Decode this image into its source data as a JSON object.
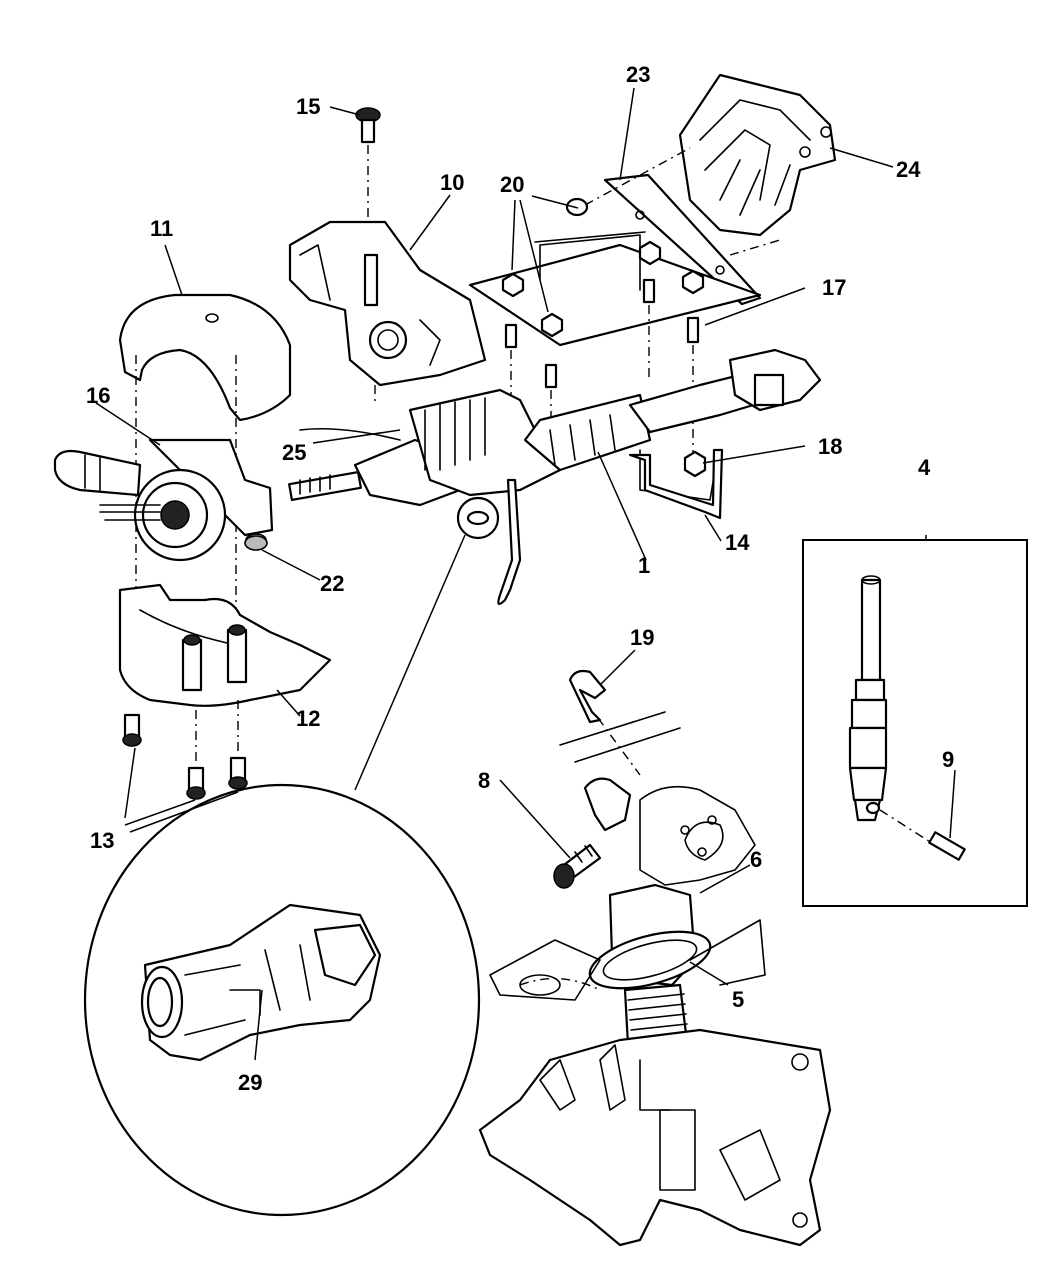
{
  "callouts": [
    {
      "id": "c1",
      "text": "1"
    },
    {
      "id": "c4",
      "text": "4"
    },
    {
      "id": "c5",
      "text": "5"
    },
    {
      "id": "c6",
      "text": "6"
    },
    {
      "id": "c8",
      "text": "8"
    },
    {
      "id": "c9",
      "text": "9"
    },
    {
      "id": "c10",
      "text": "10"
    },
    {
      "id": "c11",
      "text": "11"
    },
    {
      "id": "c12",
      "text": "12"
    },
    {
      "id": "c13",
      "text": "13"
    },
    {
      "id": "c14",
      "text": "14"
    },
    {
      "id": "c15",
      "text": "15"
    },
    {
      "id": "c16",
      "text": "16"
    },
    {
      "id": "c17",
      "text": "17"
    },
    {
      "id": "c18",
      "text": "18"
    },
    {
      "id": "c19",
      "text": "19"
    },
    {
      "id": "c20",
      "text": "20"
    },
    {
      "id": "c22",
      "text": "22"
    },
    {
      "id": "c23",
      "text": "23"
    },
    {
      "id": "c24",
      "text": "24"
    },
    {
      "id": "c25",
      "text": "25"
    },
    {
      "id": "c29",
      "text": "29"
    }
  ]
}
